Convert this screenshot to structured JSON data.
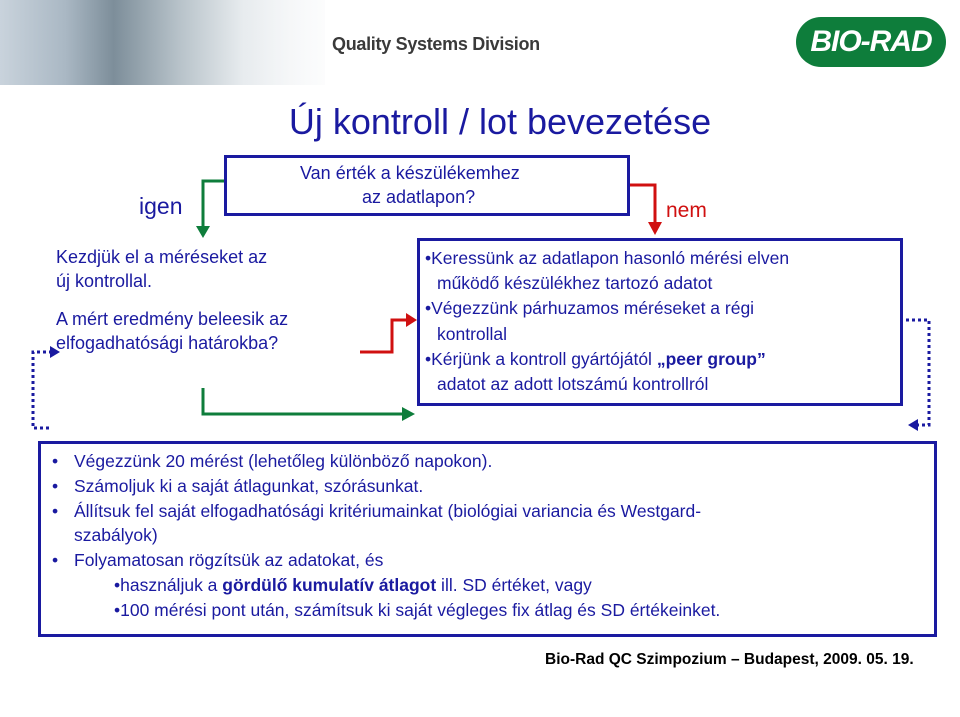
{
  "header": {
    "division": "Quality Systems Division",
    "logo": "BIO-RAD"
  },
  "title": "Új kontroll / lot bevezetése",
  "question": {
    "line1": "Van érték a készülékemhez",
    "line2": "az adatlapon?"
  },
  "labels": {
    "yes": "igen",
    "no": "nem"
  },
  "left_block": {
    "line1": "Kezdjük el a méréseket az",
    "line2": "új kontrollal.",
    "line3": "A mért eredmény beleesik az",
    "line4": "elfogadhatósági határokba?"
  },
  "right_block": {
    "b1_l1": "•Keressünk az adatlapon hasonló mérési elven",
    "b1_l2": "működő készülékhez tartozó adatot",
    "b2_l1": "•Végezzünk párhuzamos méréseket a régi",
    "b2_l2": "kontrollal",
    "b3_pre": "•Kérjünk a kontroll gyártójától ",
    "b3_bold": "„peer group”",
    "b3_l2": "adatot az adott lotszámú kontrollról"
  },
  "bottom_block": {
    "bullet": "•",
    "i1": "Végezzünk 20 mérést (lehetőleg különböző napokon).",
    "i2": "Számoljuk ki a saját átlagunkat, szórásunkat.",
    "i3_l1": "Állítsuk fel saját elfogadhatósági kritériumainkat (biológiai variancia és Westgard-",
    "i3_l2": "szabályok)",
    "i4": "Folyamatosan rögzítsük az adatokat, és",
    "s1_pre": "•használjuk a ",
    "s1_bold": "gördülő kumulatív átlagot",
    "s1_post": " ill. SD értéket, vagy",
    "s2": "•100 mérési pont után, számítsuk ki saját végleges fix átlag és SD értékeinket."
  },
  "footer": "Bio-Rad QC Szimpozium – Budapest, 2009. 05. 19.",
  "colors": {
    "text": "#1a1aa0",
    "yes_path": "#0e7d3b",
    "no_path": "#d01010",
    "dotted_path": "#1a1aa0",
    "logo_bg": "#0e7d3b"
  }
}
